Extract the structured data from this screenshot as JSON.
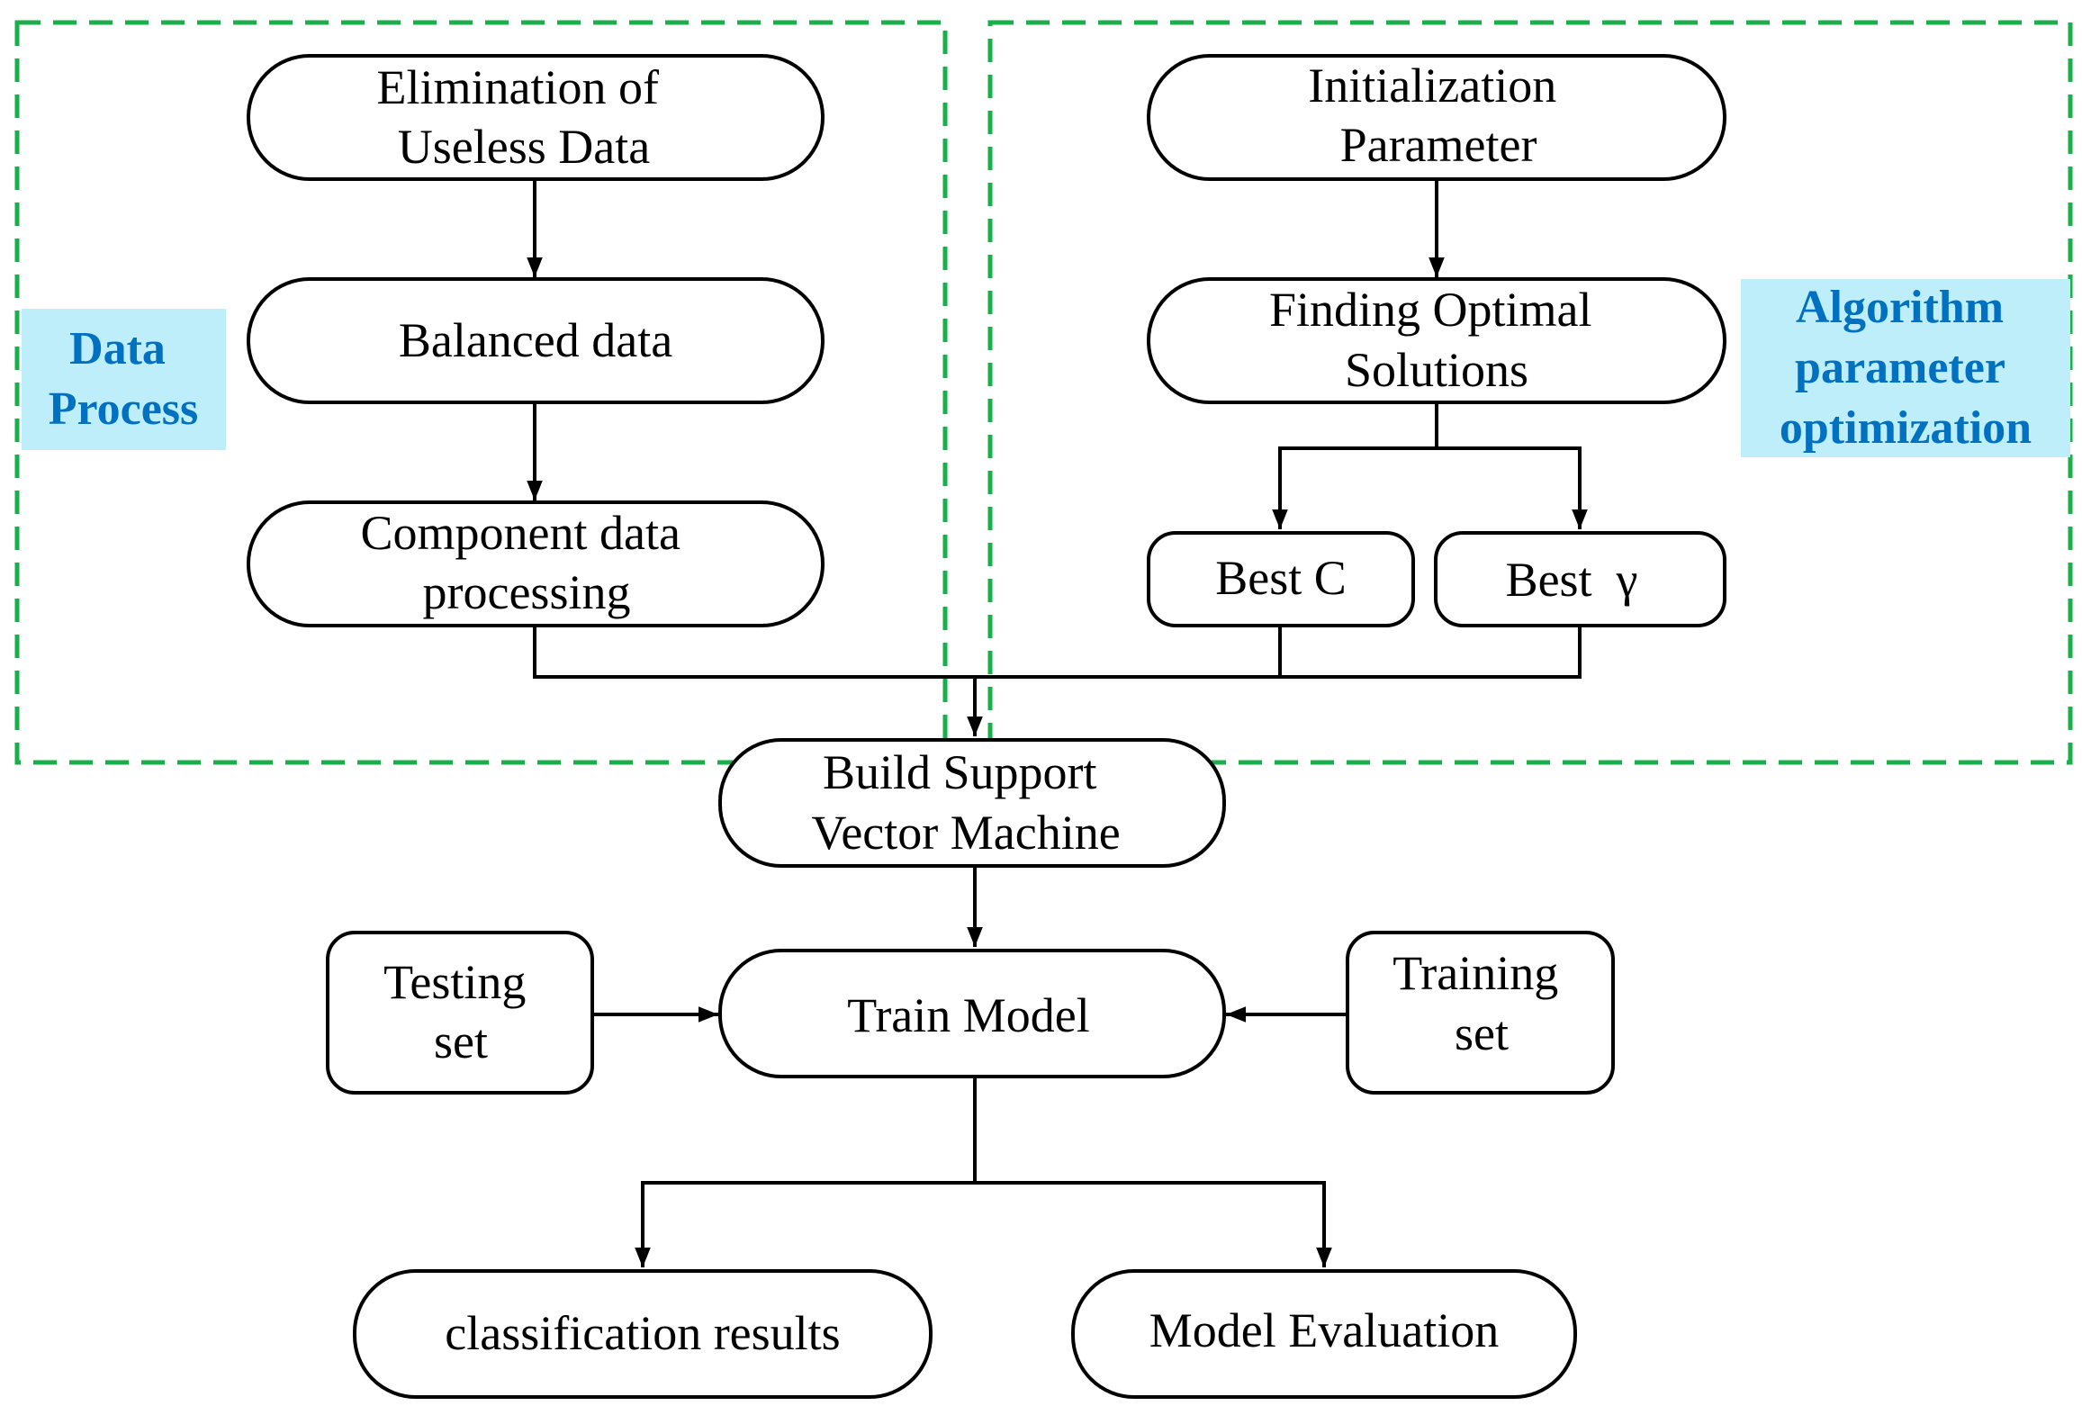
{
  "regions": {
    "data_process_label": [
      "Data",
      "Process"
    ],
    "algorithm_label": [
      "Algorithm",
      "parameter",
      "optimization"
    ]
  },
  "nodes": {
    "elimination": [
      "Elimination of",
      "Useless Data"
    ],
    "balanced": [
      "Balanced data"
    ],
    "component": [
      "Component data",
      "processing"
    ],
    "initialization": [
      "Initialization",
      "Parameter"
    ],
    "finding": [
      "Finding Optimal",
      "Solutions"
    ],
    "best_c": [
      "Best C"
    ],
    "best_gamma": [
      "Best  γ"
    ],
    "build_svm": [
      "Build Support",
      "Vector Machine"
    ],
    "train_model": [
      "Train Model"
    ],
    "testing_set": [
      "Testing",
      "set"
    ],
    "training_set": [
      "Training",
      "set"
    ],
    "classification": [
      "classification results"
    ],
    "evaluation": [
      "Model Evaluation"
    ]
  },
  "colors": {
    "dashed_border": "#19b04b",
    "label_background": "#bdeefa",
    "label_text": "#0070c0"
  }
}
